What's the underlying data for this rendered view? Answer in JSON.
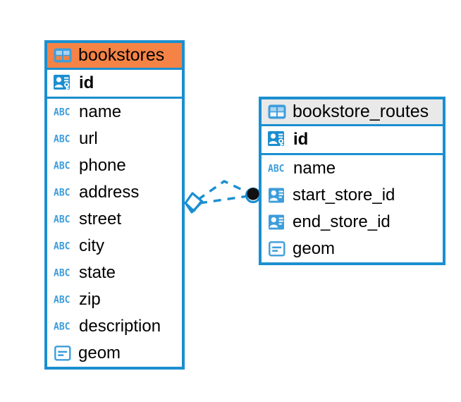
{
  "diagram": {
    "type": "entity-relationship-diagram",
    "background": "#ffffff",
    "accent_blue": "#1b8fd0",
    "header_orange": "#f58345",
    "header_gray": "#e9e9e9",
    "icon_blue": "#3d9ddb"
  },
  "tables": [
    {
      "name": "bookstores",
      "header_style": "orange",
      "icon": "table-grid-icon",
      "primary_key": {
        "label": "id",
        "icon": "primary-key-icon"
      },
      "fields": [
        {
          "label": "name",
          "icon": "abc-text-icon"
        },
        {
          "label": "url",
          "icon": "abc-text-icon"
        },
        {
          "label": "phone",
          "icon": "abc-text-icon"
        },
        {
          "label": "address",
          "icon": "abc-text-icon"
        },
        {
          "label": "street",
          "icon": "abc-text-icon"
        },
        {
          "label": "city",
          "icon": "abc-text-icon"
        },
        {
          "label": "state",
          "icon": "abc-text-icon"
        },
        {
          "label": "zip",
          "icon": "abc-text-icon"
        },
        {
          "label": "description",
          "icon": "abc-text-icon"
        },
        {
          "label": "geom",
          "icon": "geometry-icon"
        }
      ]
    },
    {
      "name": "bookstore_routes",
      "header_style": "gray",
      "icon": "table-grid-icon",
      "primary_key": {
        "label": "id",
        "icon": "primary-key-icon"
      },
      "fields": [
        {
          "label": "name",
          "icon": "abc-text-icon"
        },
        {
          "label": "start_store_id",
          "icon": "foreign-key-icon"
        },
        {
          "label": "end_store_id",
          "icon": "foreign-key-icon"
        },
        {
          "label": "geom",
          "icon": "geometry-icon"
        }
      ]
    }
  ],
  "relationship": {
    "from_table": "bookstores",
    "to_table": "bookstore_routes",
    "line_style": "dashed",
    "line_color": "#1b8fd0",
    "source_marker": "diamond-marker",
    "target_marker": "filled-circle-marker"
  },
  "abc_icon_text": "ABC"
}
